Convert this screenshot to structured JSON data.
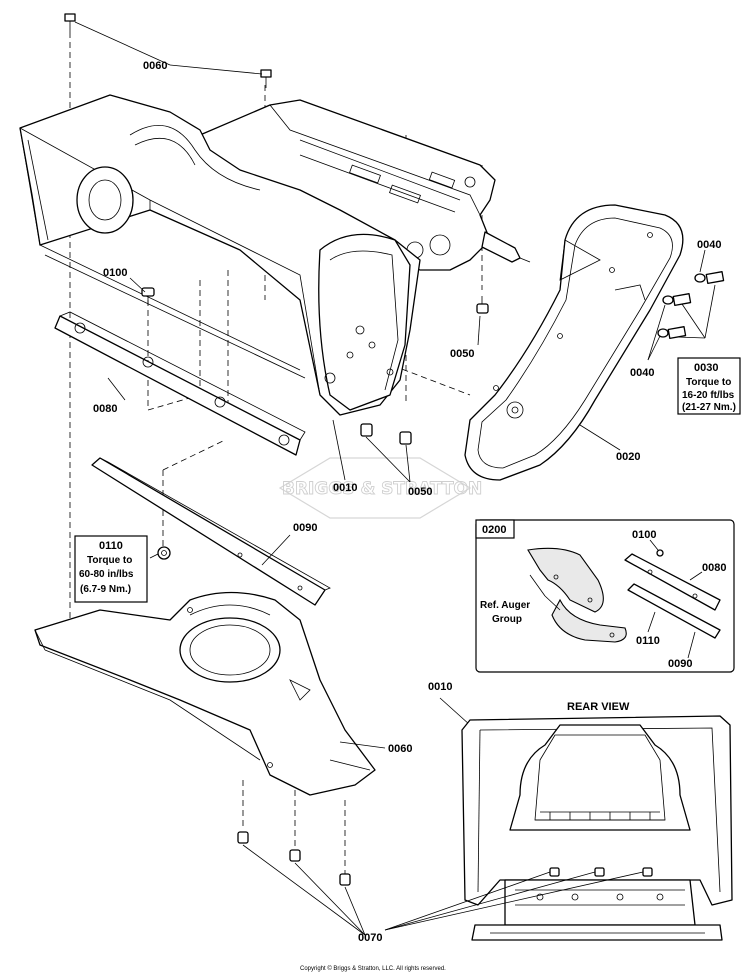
{
  "callouts": {
    "c0060_top": "0060",
    "c0100": "0100",
    "c0080": "0080",
    "c0050_right": "0050",
    "c0040_top": "0040",
    "c0040_bottom": "0040",
    "c0030": "0030",
    "c0020": "0020",
    "c0010": "0010",
    "c0050_bottom": "0050",
    "c0110": "0110",
    "c0090": "0090",
    "c0060_bottom": "0060",
    "c0070": "0070",
    "c0010_rear": "0010"
  },
  "notes": {
    "torque_0030": [
      "Torque to",
      "16-20 ft/lbs",
      "(21-27 Nm.)"
    ],
    "torque_0110": [
      "Torque to",
      "60-80 in/lbs",
      "(6.7-9 Nm.)"
    ]
  },
  "inset": {
    "id": "0200",
    "c0100": "0100",
    "c0080": "0080",
    "c0110": "0110",
    "c0090": "0090",
    "ref_auger": [
      "Ref. Auger",
      "Group"
    ]
  },
  "rear_view": {
    "title": "REAR VIEW"
  },
  "watermark": "BRIGGS & STRATTON",
  "copyright": "Copyright © Briggs & Stratton, LLC. All rights reserved."
}
